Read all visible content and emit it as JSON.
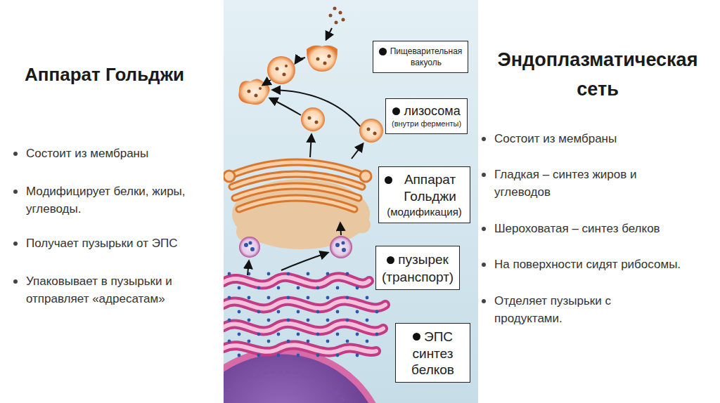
{
  "diagram": {
    "nodes": [
      {
        "text": [
          "Пищеварительная вакуоль"
        ]
      },
      {
        "text": [
          "лизосома",
          "(внутри ферменты)"
        ]
      },
      {
        "text": [
          "Аппарат Гольджи",
          "(модификация)"
        ]
      },
      {
        "text": [
          "пузырек",
          "(транспорт)"
        ]
      },
      {
        "text": [
          "ЭПС",
          "синтез белков"
        ]
      }
    ],
    "labels": [
      "Аппарат Гольджи",
      "Состоит из мембраны",
      "Модифицирует белки, жиры, углеводы.",
      "Получает пузырьки от ЭПС",
      "Упаковывает в пузырьки и отправляет «адресатам»",
      "Эндоплазматическая сеть",
      "Состоит из мембраны",
      "Гладкая – синтез жиров и углеводов",
      "Шероховатая – синтез белков",
      "На поверхности сидят рибосомы.",
      "Отделяет пузырьки с продуктами."
    ]
  }
}
